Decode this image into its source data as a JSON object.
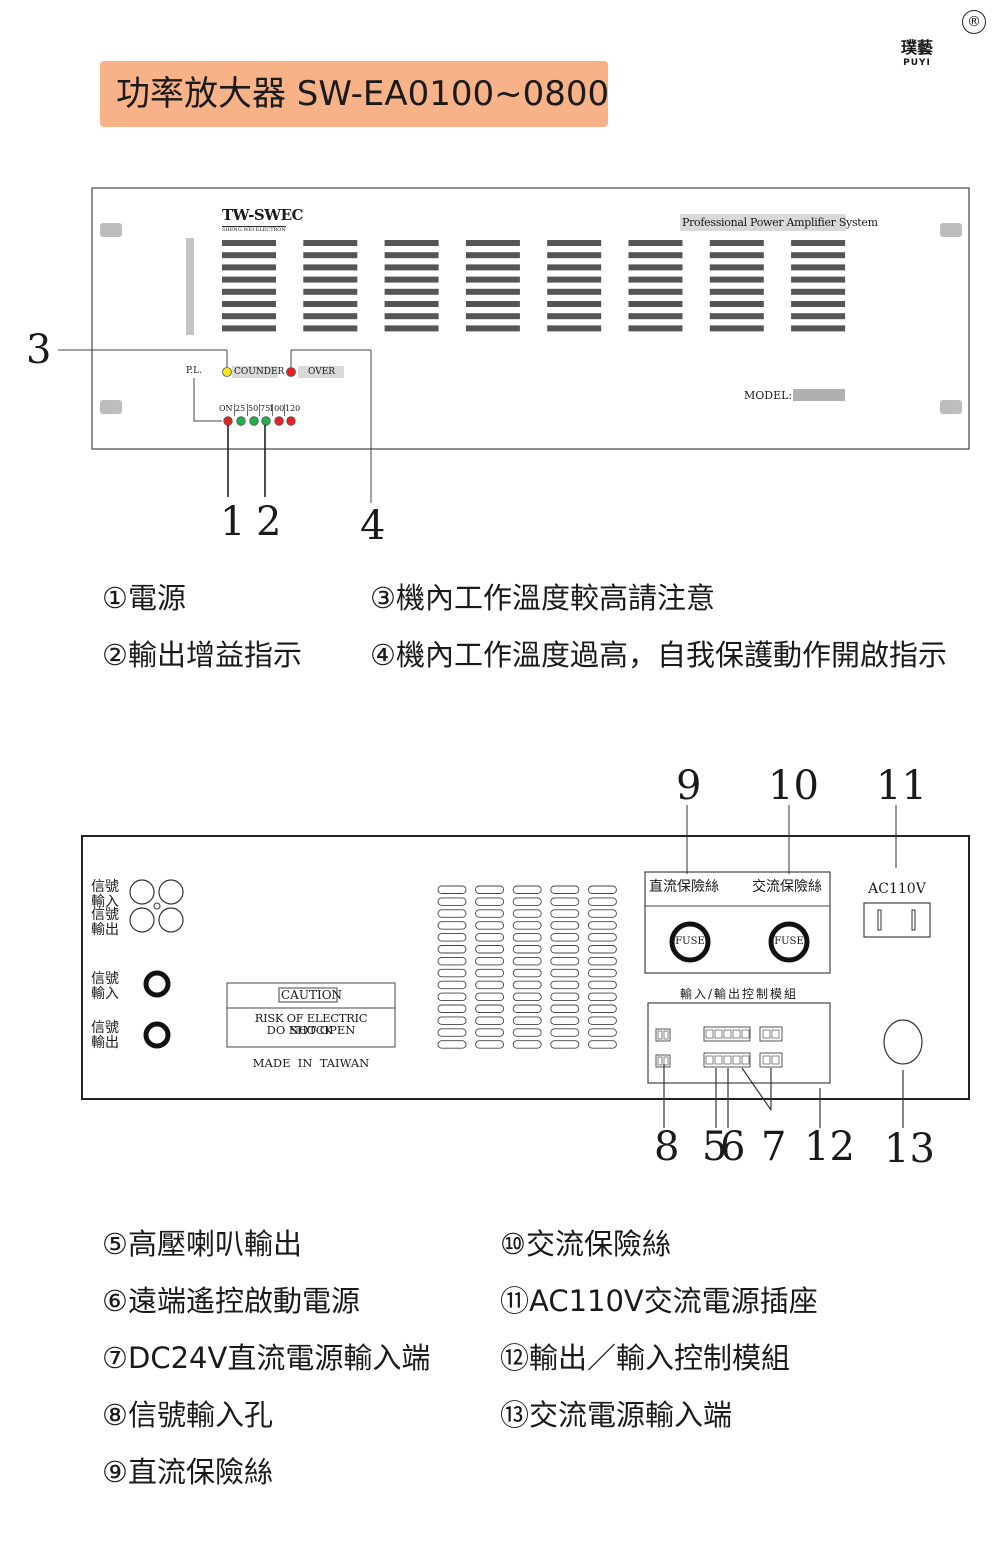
{
  "header": {
    "title": "功率放大器 SW-EA0100~0800",
    "registered_mark": "®",
    "logo_name": "璞藝",
    "logo_sub": "PUYI"
  },
  "front_panel": {
    "brand": "TW-SWEC",
    "brand_sub": "SHENG WEI ELECTRON",
    "system_label": "Professional Power Amplifier System",
    "model_label": "MODEL:",
    "pl_label": "P.L.",
    "counder_label": "COUNDER",
    "over_label": "OVER",
    "meter_labels": [
      "ON",
      "25",
      "50",
      "75",
      "100",
      "120"
    ],
    "callouts": [
      "1",
      "2",
      "3",
      "4"
    ]
  },
  "front_legend": [
    "①電源",
    "②輸出增益指示",
    "③機內工作溫度較高請注意",
    "④機內工作溫度過高，自我保護動作開啟指示"
  ],
  "rear_panel": {
    "signal_in": "信號輸入",
    "signal_out": "信號輸出",
    "caution_title": "CAUTION",
    "caution_line1": "RISK OF ELECTRIC SHOCK",
    "caution_line2": "DO NOT OPEN",
    "made_in": "MADE  IN  TAIWAN",
    "dc_fuse": "直流保險絲",
    "ac_fuse": "交流保險絲",
    "fuse_label": "FUSE",
    "ac_socket": "AC110V",
    "control_module": "輸入/輸出控制模組",
    "callouts": [
      "9",
      "10",
      "11",
      "8",
      "5",
      "6",
      "7",
      "12",
      "13"
    ]
  },
  "rear_legend": [
    "⑤高壓喇叭輸出",
    "⑥遠端遙控啟動電源",
    "⑦DC24V直流電源輸入端",
    "⑧信號輸入孔",
    "⑨直流保險絲",
    "⑩交流保險絲",
    "⑪AC110V交流電源插座",
    "⑫輸出／輸入控制模組",
    "⑬交流電源輸入端"
  ],
  "colors": {
    "title_bg": "#f8b287",
    "led_yellow": "#f5e51a",
    "led_green": "#22b04a",
    "led_red": "#e52222",
    "label_bg": "#d9d9d9"
  }
}
